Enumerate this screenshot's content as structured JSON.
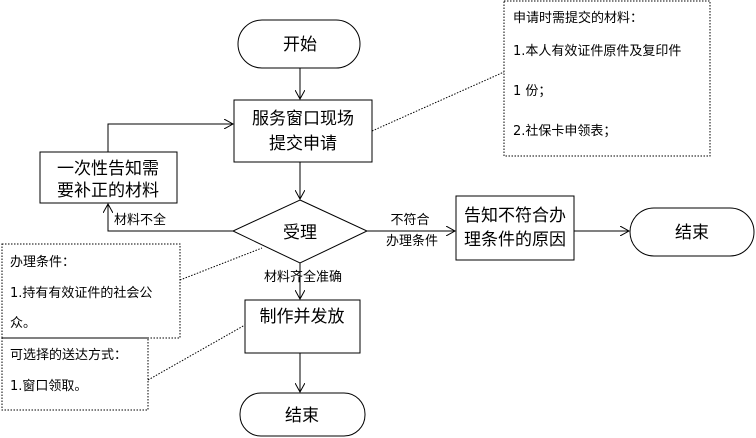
{
  "nodes": {
    "start": "开始",
    "submit": [
      "服务窗口现场",
      "提交申请"
    ],
    "notify_missing": [
      "一次性告知需",
      "要补正的材料"
    ],
    "accept": "受理",
    "notify_reject": [
      "告知不符合办",
      "理条件的原因"
    ],
    "end_right": "结束",
    "produce": "制作并发放",
    "end_bottom": "结束"
  },
  "edges": {
    "incomplete": "材料不全",
    "not_qualified": [
      "不符合",
      "办理条件"
    ],
    "complete": "材料齐全准确"
  },
  "notes": {
    "materials": [
      "申请时需提交的材料：",
      "1.本人有效证件原件及复印件",
      "1 份；",
      "2.社保卡申领表；"
    ],
    "conditions": [
      "办理条件：",
      "1.持有有效证件的社会公",
      "众。"
    ],
    "delivery": [
      "可选择的送达方式：",
      "1.窗口领取。"
    ]
  }
}
